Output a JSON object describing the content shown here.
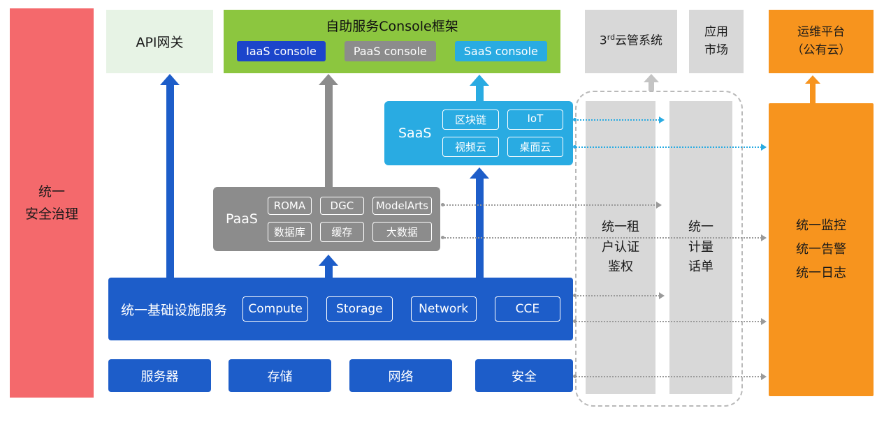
{
  "colors": {
    "red": "#f4696c",
    "light_green": "#e7f3e5",
    "green": "#8cc63f",
    "blue": "#1d5dc9",
    "iaas_blue": "#1c45cb",
    "gray": "#8c8c8c",
    "light_gray": "#d8d8d8",
    "cyan": "#29abe2",
    "orange": "#f7941e",
    "line_gray": "#9a9a9a",
    "arrow_light": "#c4c4c4"
  },
  "security_bar": {
    "label": "统一\n安全治理"
  },
  "api_gateway": {
    "label": "API网关"
  },
  "console_frame": {
    "title": "自助服务Console框架",
    "buttons": [
      {
        "label": "IaaS console"
      },
      {
        "label": "PaaS console"
      },
      {
        "label": "SaaS console"
      }
    ]
  },
  "third_party_cms": {
    "num": "3",
    "sup": "rd",
    "text": "云管系统"
  },
  "app_market": {
    "label": "应用\n市场"
  },
  "ops_platform": {
    "label": "运维平台\n（公有云）"
  },
  "saas": {
    "label": "SaaS",
    "tags": [
      "区块链",
      "IoT",
      "视频云",
      "桌面云"
    ]
  },
  "paas": {
    "label": "PaaS",
    "tags": [
      "ROMA",
      "DGC",
      "ModelArts",
      "数据库",
      "缓存",
      "大数据"
    ]
  },
  "infra": {
    "label": "统一基础设施服务",
    "tags": [
      "Compute",
      "Storage",
      "Network",
      "CCE"
    ]
  },
  "resources": [
    "服务器",
    "存储",
    "网络",
    "安全"
  ],
  "auth_bar": {
    "label": "统一租\n户认证\n鉴权"
  },
  "metering_bar": {
    "label": "统一\n计量\n话单"
  },
  "monitor_bar": {
    "label": "统一监控\n统一告警\n统一日志"
  }
}
